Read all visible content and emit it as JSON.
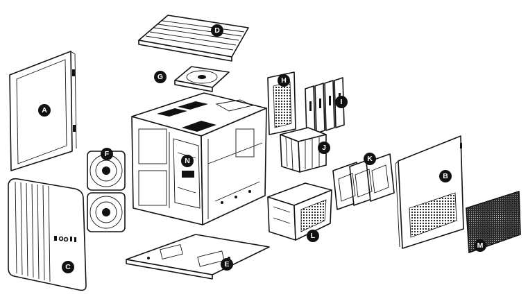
{
  "callouts": {
    "a": "A",
    "b": "B",
    "c": "C",
    "d": "D",
    "e": "E",
    "f": "F",
    "g": "G",
    "h": "H",
    "i": "I",
    "j": "J",
    "k": "K",
    "l": "L",
    "m": "M",
    "n": "N"
  },
  "colors": {
    "line": "#111111",
    "background": "#ffffff",
    "callout": "#111111"
  }
}
